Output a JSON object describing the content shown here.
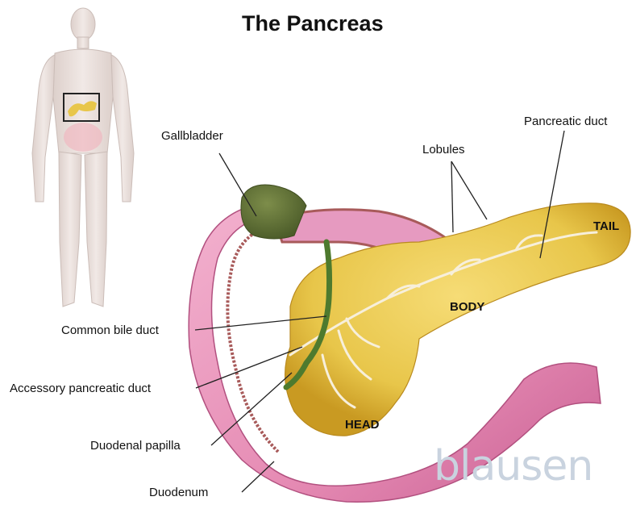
{
  "title": "The Pancreas",
  "labels": {
    "gallbladder": "Gallbladder",
    "lobules": "Lobules",
    "pancreatic_duct": "Pancreatic duct",
    "common_bile_duct": "Common bile duct",
    "accessory_pancreatic_duct": "Accessory pancreatic duct",
    "duodenal_papilla": "Duodenal papilla",
    "duodenum": "Duodenum"
  },
  "regions": {
    "head": "HEAD",
    "body": "BODY",
    "tail": "TAIL"
  },
  "watermark": "blausen",
  "colors": {
    "pancreas": "#e8c64a",
    "pancreas_shade": "#c99a22",
    "duodenum": "#e58ab3",
    "duodenum_dark": "#c85f92",
    "gallbladder": "#5a6b34",
    "bile_duct": "#4e7a2e",
    "stomach_wall": "#a85a5a",
    "body_figure": "#e9dfdb",
    "leader_line": "#222222"
  },
  "icons": [
    "human-body-figure",
    "pancreas-highlight-box"
  ]
}
